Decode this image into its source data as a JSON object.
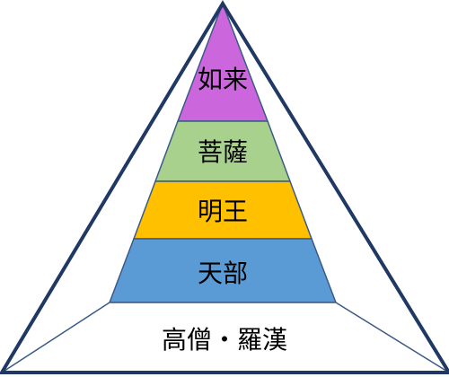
{
  "diagram": {
    "type": "pyramid",
    "tiers": [
      {
        "label": "如来",
        "color": "#cc66dd"
      },
      {
        "label": "菩薩",
        "color": "#a9d18e"
      },
      {
        "label": "明王",
        "color": "#ffc000"
      },
      {
        "label": "天部",
        "color": "#5b9bd5"
      },
      {
        "label": "高僧・羅漢",
        "color": "#ffffff"
      }
    ],
    "outline_color": "#1f3864"
  }
}
